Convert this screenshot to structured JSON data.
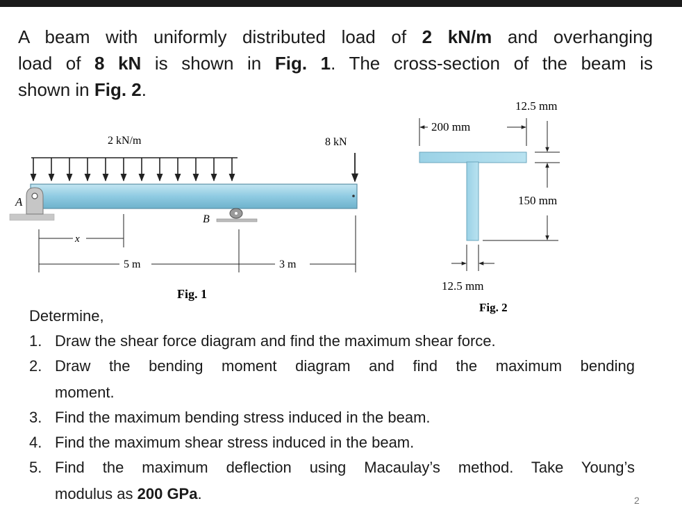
{
  "intro": {
    "line1": {
      "a": "A beam with uniformly distributed load of ",
      "b": "2 kN/m",
      "c": " and overhanging"
    },
    "line2": {
      "a": "load of ",
      "b": "8 kN",
      "c": " is shown in ",
      "d": "Fig. 1",
      "e": ". The cross-section of the beam is"
    },
    "line3": {
      "a": "shown in ",
      "b": "Fig. 2",
      "c": "."
    }
  },
  "fig1": {
    "udl_label": "2 kN/m",
    "point_load_label": "8 kN",
    "support_a": "A",
    "support_b": "B",
    "x_label": "x",
    "span_1": "5 m",
    "span_2": "3 m",
    "caption": "Fig. 1"
  },
  "fig2": {
    "dim_flange_width": "200 mm",
    "dim_flange_thickness": "12.5 mm",
    "dim_web_height": "150 mm",
    "dim_web_thickness": "12.5 mm",
    "caption": "Fig. 2"
  },
  "questions": {
    "heading": "Determine,",
    "items": [
      {
        "num": "1.",
        "text": "Draw the shear force diagram and find the maximum shear force."
      },
      {
        "num": "2.",
        "text": "Draw the bending moment diagram and find the maximum bending",
        "cont": "moment."
      },
      {
        "num": "3.",
        "text": "Find the maximum bending stress induced in the beam."
      },
      {
        "num": "4.",
        "text": "Find the maximum shear stress induced in the beam."
      },
      {
        "num": "5.",
        "text": "Find the maximum deflection using Macaulay’s method. Take Young’s",
        "cont_a": "modulus as ",
        "cont_b": "200 GPa",
        "cont_c": "."
      }
    ]
  },
  "page_number": "2",
  "colors": {
    "beam_fill": "#9fd3e6",
    "beam_edge": "#5a8fa6",
    "ground": "#b8b8b8"
  }
}
